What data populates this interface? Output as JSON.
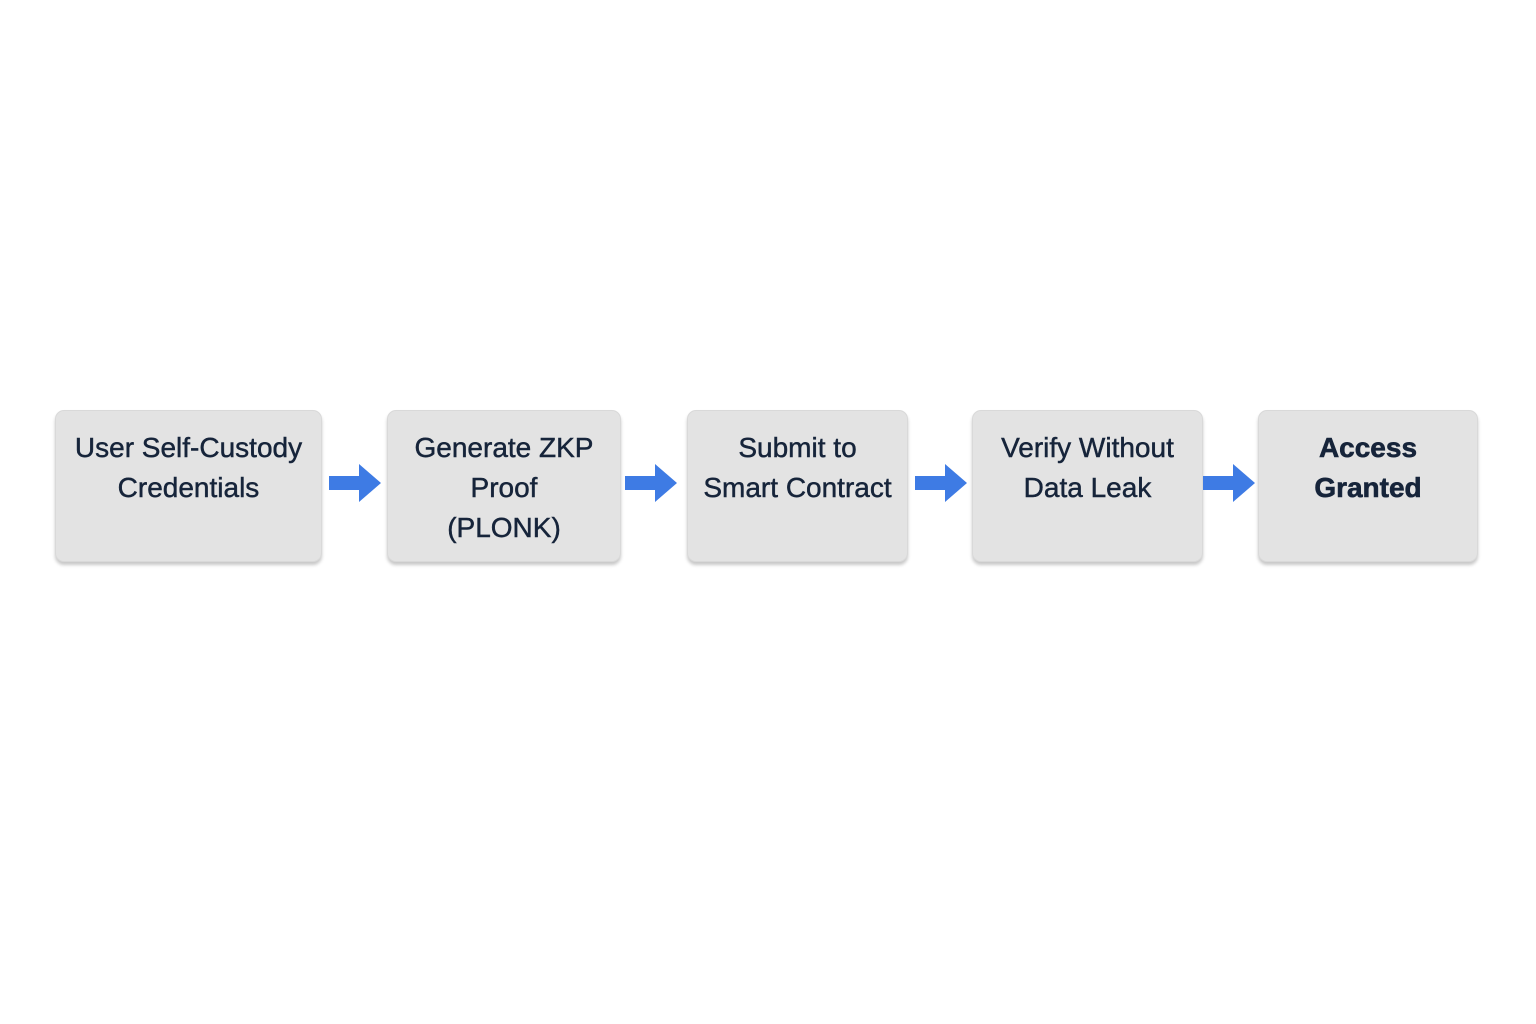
{
  "diagram": {
    "type": "flowchart",
    "orientation": "horizontal-left-to-right",
    "steps": [
      {
        "label": "User Self-Custody\nCredentials",
        "bold": false
      },
      {
        "label": "Generate ZKP\nProof\n(PLONK)",
        "bold": false
      },
      {
        "label": "Submit to\nSmart Contract",
        "bold": false
      },
      {
        "label": "Verify Without\nData Leak",
        "bold": false
      },
      {
        "label": "Access\nGranted",
        "bold": true
      }
    ],
    "arrows": [
      {
        "from": "User Self-Custody Credentials",
        "to": "Generate ZKP Proof (PLONK)"
      },
      {
        "from": "Generate ZKP Proof (PLONK)",
        "to": "Submit to Smart Contract"
      },
      {
        "from": "Submit to Smart Contract",
        "to": "Verify Without Data Leak"
      },
      {
        "from": "Verify Without Data Leak",
        "to": "Access Granted"
      }
    ],
    "colors": {
      "page_background": "#ffffff",
      "node_fill": "#e3e3e3",
      "node_border": "#d9d9d9",
      "node_text": "#16243a",
      "arrow_blue": "#3e7be4"
    }
  }
}
